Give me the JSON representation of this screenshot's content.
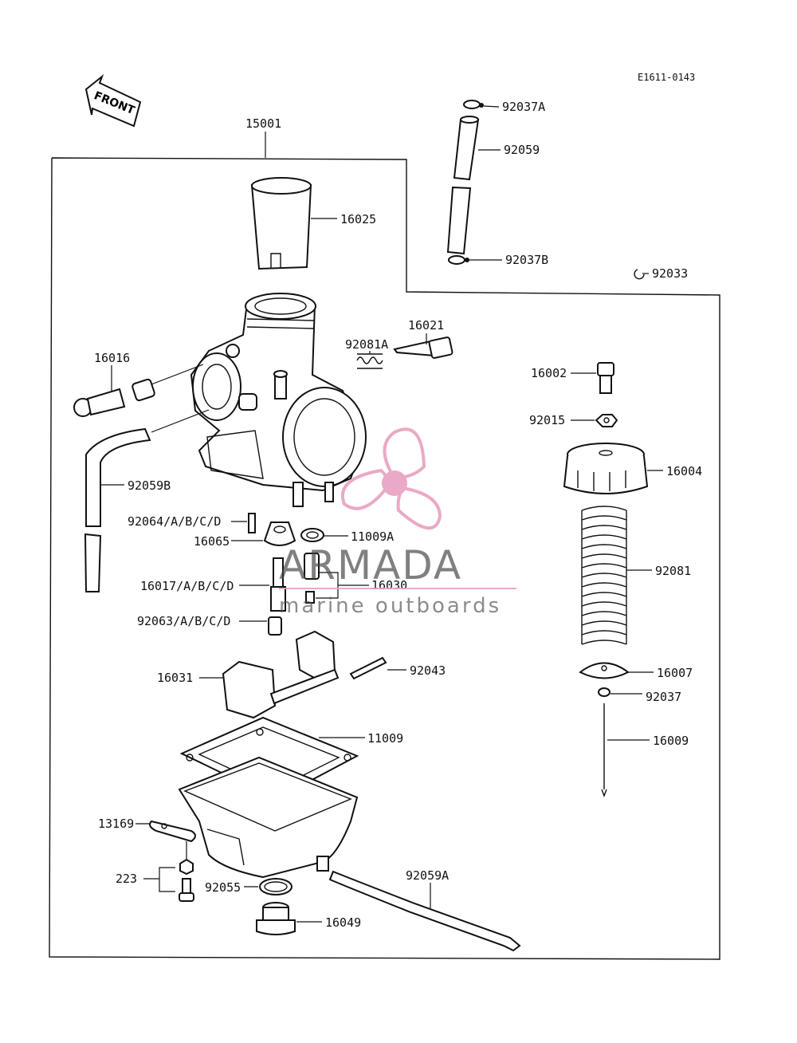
{
  "diagram": {
    "code": "E1611-0143",
    "front_label": "FRONT",
    "assembly_label": "15001",
    "parts": {
      "p92037A": "92037A",
      "p92059": "92059",
      "p92037B": "92037B",
      "p92033": "92033",
      "p16025": "16025",
      "p16021": "16021",
      "p92081A": "92081A",
      "p16016": "16016",
      "p16002": "16002",
      "p92015": "92015",
      "p16004": "16004",
      "p92059B": "92059B",
      "p92064": "92064/A/B/C/D",
      "p16065": "16065",
      "p11009A": "11009A",
      "p16017": "16017/A/B/C/D",
      "p16030": "16030",
      "p92081": "92081",
      "p92063": "92063/A/B/C/D",
      "p16007": "16007",
      "p92043": "92043",
      "p16031": "16031",
      "p92037": "92037",
      "p11009": "11009",
      "p16009": "16009",
      "p13169": "13169",
      "p223": "223",
      "p92055": "92055",
      "p92059A": "92059A",
      "p16049": "16049"
    }
  },
  "watermark": {
    "brand": "ARMADA",
    "tagline": "marine outboards",
    "accent_color": "#e8a0c0"
  }
}
